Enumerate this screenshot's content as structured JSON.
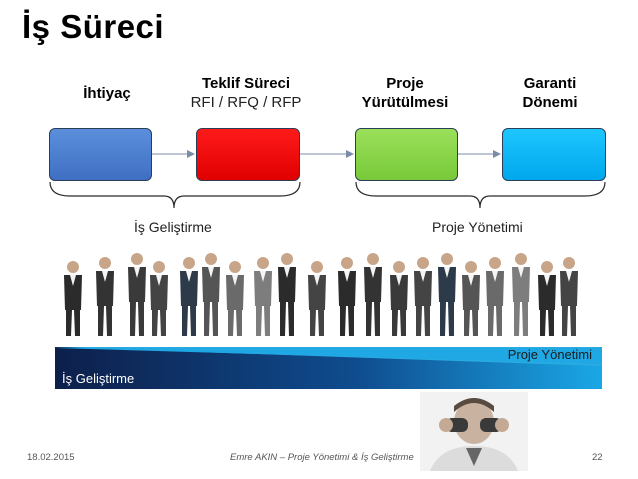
{
  "title": "İş Süreci",
  "stages": [
    {
      "title": "İhtiyaç",
      "subtitle": "",
      "color": "#4a7fd0"
    },
    {
      "title": "Teklif Süreci",
      "subtitle": "RFI / RFQ / RFP",
      "color": "#ff0000"
    },
    {
      "title": "Proje",
      "title2": "Yürütülmesi",
      "color": "#8fd14f"
    },
    {
      "title": "Garanti",
      "title2": "Dönemi",
      "color": "#00b0f0"
    }
  ],
  "braces": {
    "left": "İş Geliştirme",
    "right": "Proje Yönetimi"
  },
  "bar": {
    "right_label": "Proje Yönetimi",
    "left_label": "İş Geliştirme",
    "dark_color": "#0d1f4a",
    "light_color": "#1aa7e6"
  },
  "footer": {
    "date": "18.02.2015",
    "center": "Emre AKIN – Proje Yönetimi & İş Geliştirme",
    "page": "22"
  }
}
